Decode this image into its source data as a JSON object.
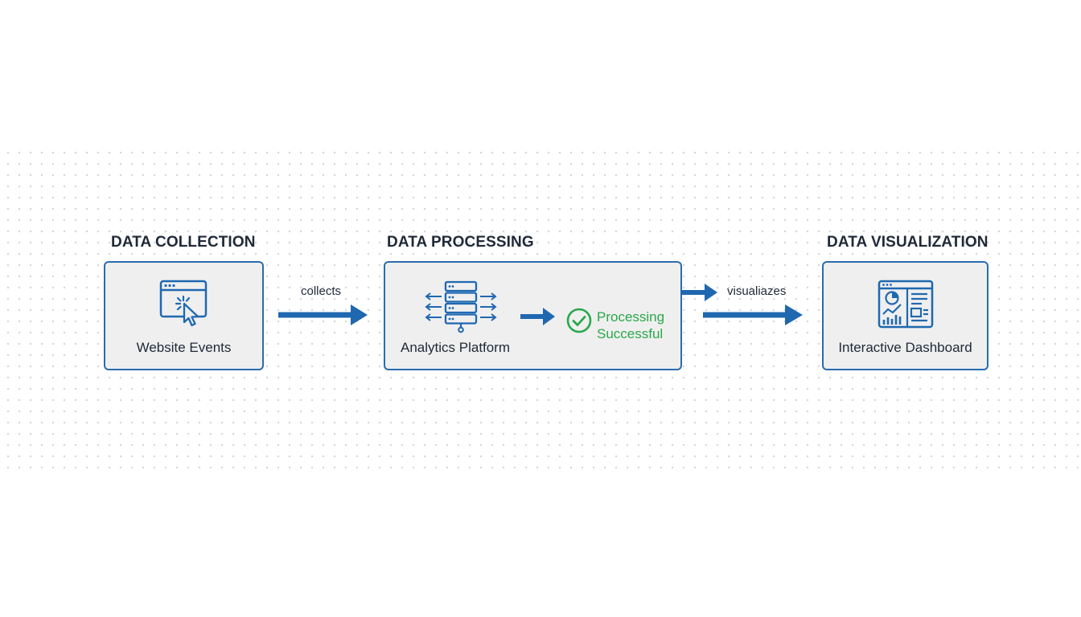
{
  "stages": [
    {
      "title": "DATA COLLECTION",
      "label": "Website Events",
      "icon": "browser-cursor-icon"
    },
    {
      "title": "DATA PROCESSING",
      "label": "Analytics Platform",
      "icon": "server-stack-icon",
      "status": {
        "line1": "Processing",
        "line2": "Successful",
        "icon": "check-circle-icon"
      }
    },
    {
      "title": "DATA VISUALIZATION",
      "label": "Interactive Dashboard",
      "icon": "dashboard-icon"
    }
  ],
  "edges": [
    {
      "label": "collects"
    },
    {
      "label": "visualiazes"
    }
  ],
  "colors": {
    "accent": "#1f68b0",
    "box_border": "#2a6cb0",
    "box_fill": "#efefef",
    "success": "#2aa84a",
    "text": "#1f2937"
  }
}
